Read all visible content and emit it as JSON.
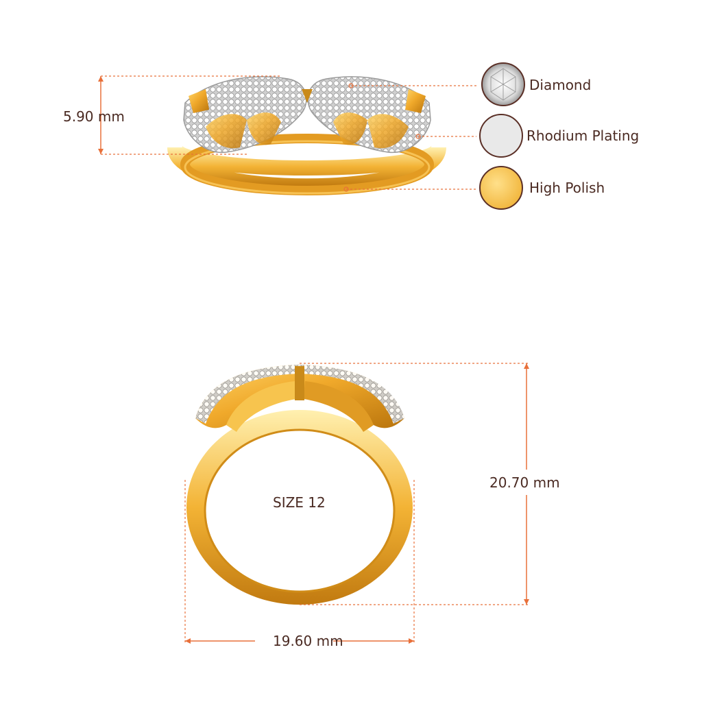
{
  "dimensions": {
    "height_label": "5.90 mm",
    "outer_height_label": "20.70 mm",
    "width_label": "19.60 mm"
  },
  "ring": {
    "size_label": "SIZE 12"
  },
  "legend": {
    "items": [
      {
        "label": "Diamond",
        "icon": "diamond-swatch-icon"
      },
      {
        "label": "Rhodium Plating",
        "icon": "rhodium-swatch-icon"
      },
      {
        "label": "High Polish",
        "icon": "gold-swatch-icon"
      }
    ]
  },
  "colors": {
    "dimension_line": "#e8703a",
    "text": "#4a2a22",
    "gold": "#f3b335",
    "gold_dark": "#c9820f",
    "rhodium": "#e6e6e6",
    "swatch_border": "#5a2f26"
  }
}
